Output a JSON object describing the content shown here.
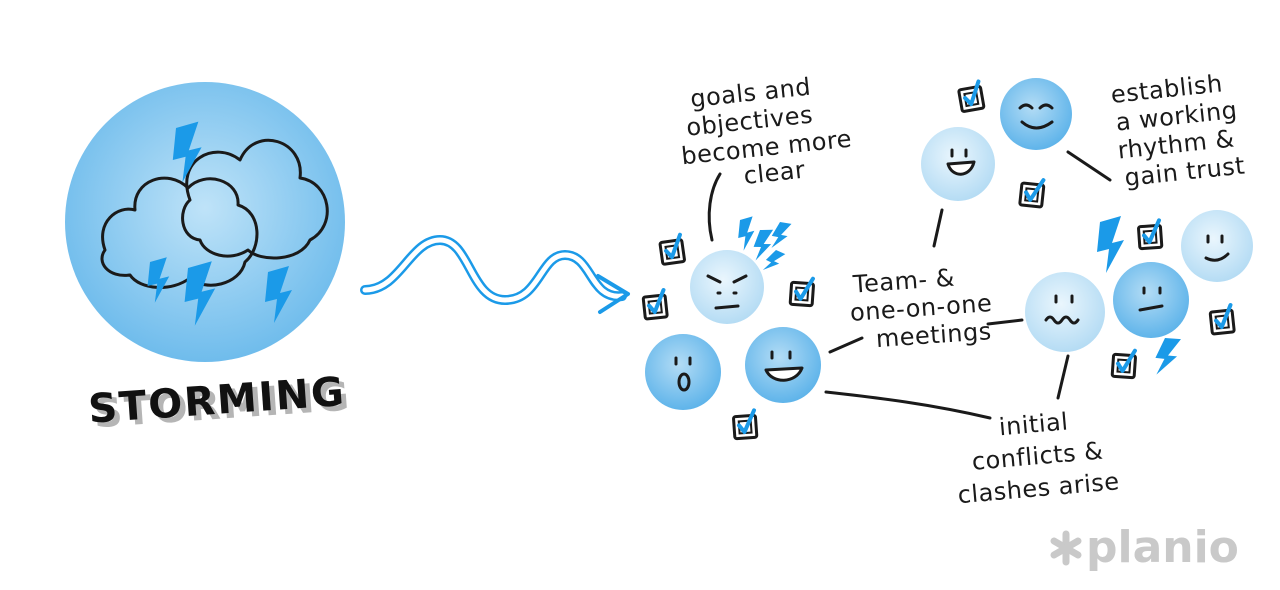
{
  "title": "STORMING",
  "annotations": {
    "goals": [
      "goals and",
      "objectives",
      "become more",
      "clear"
    ],
    "rhythm": [
      "establish",
      "a working",
      "rhythm &",
      "gain trust"
    ],
    "meetings": [
      "Team- &",
      "one-on-one",
      "meetings"
    ],
    "conflicts": [
      "initial",
      "conflicts &",
      "clashes arise"
    ]
  },
  "brand": {
    "name": "planio"
  },
  "colors": {
    "light_blue": "#cfe8f8",
    "mid_blue": "#8fcbf0",
    "accent_blue": "#1b9ae8",
    "ink": "#1a1a1a",
    "brand_gray": "#c9c9c9"
  }
}
